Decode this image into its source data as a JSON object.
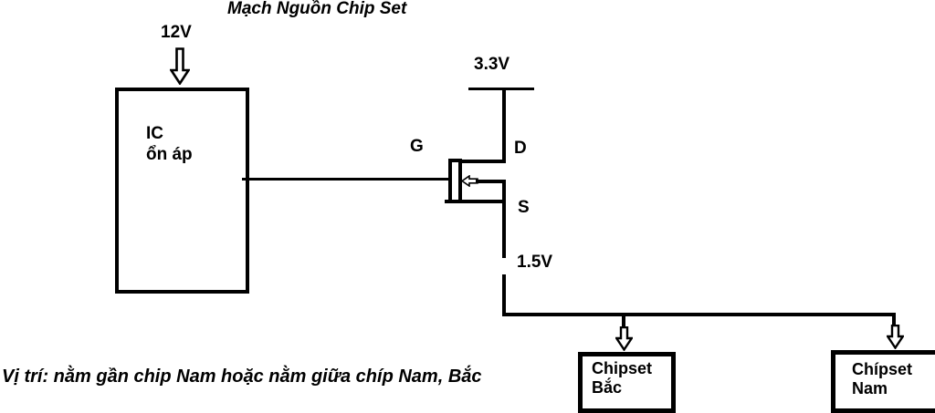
{
  "title": "Mạch Nguồn Chip Set",
  "note": "Vị trí: nằm gần chip Nam hoặc nằm giữa chíp Nam, Bắc",
  "labels": {
    "v12": "12V",
    "v33": "3.3V",
    "v15": "1.5V",
    "gate": "G",
    "drain": "D",
    "source": "S"
  },
  "regulator": {
    "line1": "IC",
    "line2": "ổn áp"
  },
  "chipset_north": {
    "line1": "Chipset",
    "line2": "Bắc"
  },
  "chipset_south": {
    "line1": "Chípset",
    "line2": "Nam"
  },
  "colors": {
    "ink": "#000000",
    "background": "#ffffff"
  }
}
